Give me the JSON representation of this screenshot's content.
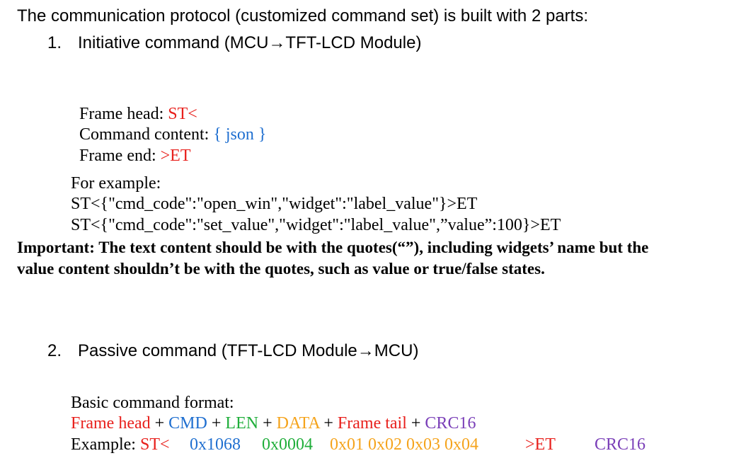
{
  "intro": "The communication protocol (customized command set) is built with 2 parts:",
  "section1": {
    "number": "1.",
    "title": "Initiative command (MCU→TFT-LCD Module)",
    "frame_head_label": "Frame head: ",
    "frame_head_value": "ST<",
    "content_label": "Command content: ",
    "content_value": "{ json }",
    "frame_end_label": "Frame end: ",
    "frame_end_value": ">ET",
    "example_label": "For example:",
    "example1": "ST<{\"cmd_code\":\"open_win\",\"widget\":\"label_value\"}>ET",
    "example2": "ST<{\"cmd_code\":\"set_value\",\"widget\":\"label_value\",”value”:100}>ET",
    "important_line1": "Important: The text content should be with the quotes(“”), including widgets’ name but the",
    "important_line2": "value content shouldn’t be with the quotes, such as value or true/false states."
  },
  "section2": {
    "number": "2.",
    "title": "Passive command (TFT-LCD Module→MCU)",
    "format_label": "Basic command format:",
    "format": {
      "frame_head": "Frame head",
      "plus": " + ",
      "cmd": "CMD",
      "len": "LEN",
      "data": "DATA",
      "frame_tail": "Frame tail",
      "crc": "CRC16"
    },
    "example": {
      "label": "Example: ",
      "st": "ST<",
      "cmd": "0x1068",
      "len": "0x0004",
      "data": "0x01 0x02 0x03 0x04",
      "et": ">ET",
      "crc": "CRC16"
    }
  },
  "colors": {
    "red": "#e8201c",
    "blue": "#1f6fd0",
    "green": "#1fae3a",
    "orange": "#f5a31b",
    "purple": "#7a3fb8"
  }
}
